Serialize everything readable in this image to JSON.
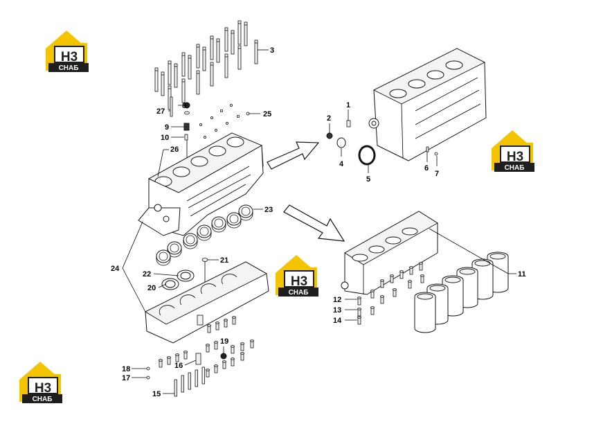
{
  "logo": {
    "mark": "H3",
    "text": "СНАБ",
    "colors": {
      "yellow": "#f5c400",
      "dark": "#1e1e1e"
    }
  },
  "callouts": {
    "c1": "1",
    "c2": "2",
    "c3": "3",
    "c4": "4",
    "c5": "5",
    "c6": "6",
    "c7": "7",
    "c8": "8",
    "c9": "9",
    "c10": "10",
    "c11": "11",
    "c12": "12",
    "c13": "13",
    "c14": "14",
    "c15": "15",
    "c16": "16",
    "c17": "17",
    "c18": "18",
    "c19": "19",
    "c20": "20",
    "c21": "21",
    "c22": "22",
    "c23": "23",
    "c24": "24",
    "c25": "25",
    "c26": "26",
    "c27": "27"
  }
}
